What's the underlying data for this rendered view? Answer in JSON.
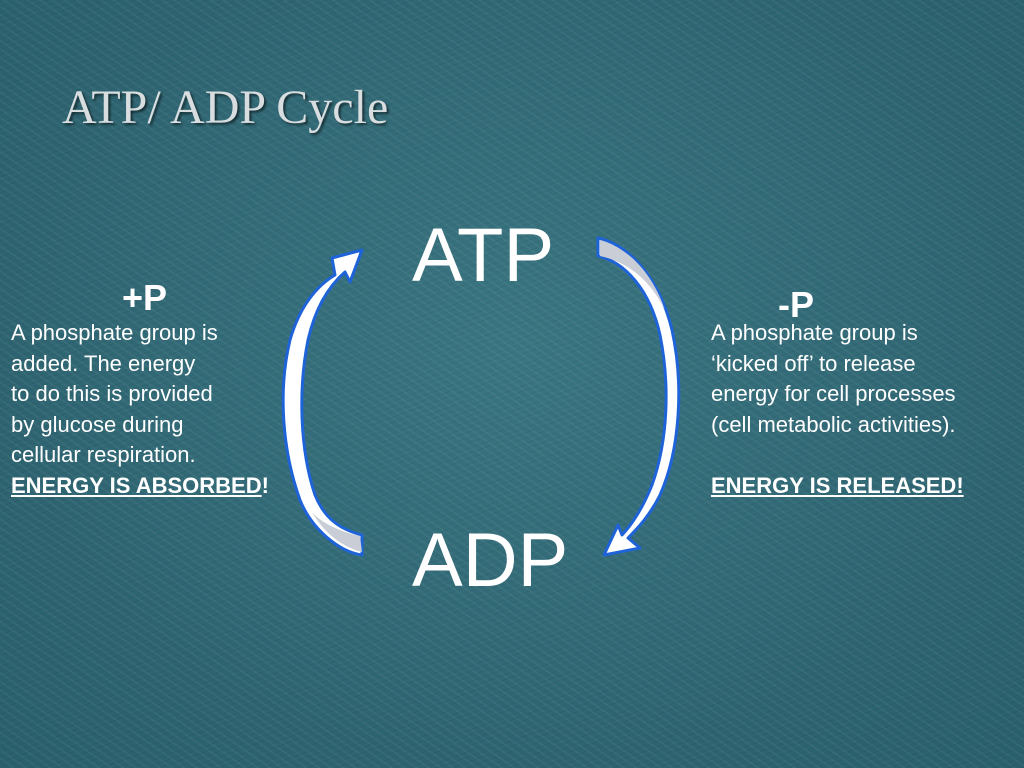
{
  "slide": {
    "title": "ATP/ ADP Cycle"
  },
  "nodes": {
    "top": "ATP",
    "bottom": "ADP"
  },
  "left_side": {
    "symbol": "+P",
    "lines": [
      "A phosphate group is",
      "added. The energy",
      "to do this is provided",
      "by glucose during",
      "cellular respiration."
    ],
    "emphasis": "ENERGY IS ABSORBED",
    "emphasis_trailing": "!"
  },
  "right_side": {
    "symbol": "-P",
    "lines": [
      "A phosphate group is",
      "‘kicked off’ to release",
      "energy for cell processes",
      "(cell metabolic activities)."
    ],
    "emphasis": "ENERGY IS RELEASED!"
  },
  "colors": {
    "arrow_outline": "#1f63d8",
    "arrow_fill": "#ffffff",
    "arrow_shade": "#c9ced6"
  }
}
